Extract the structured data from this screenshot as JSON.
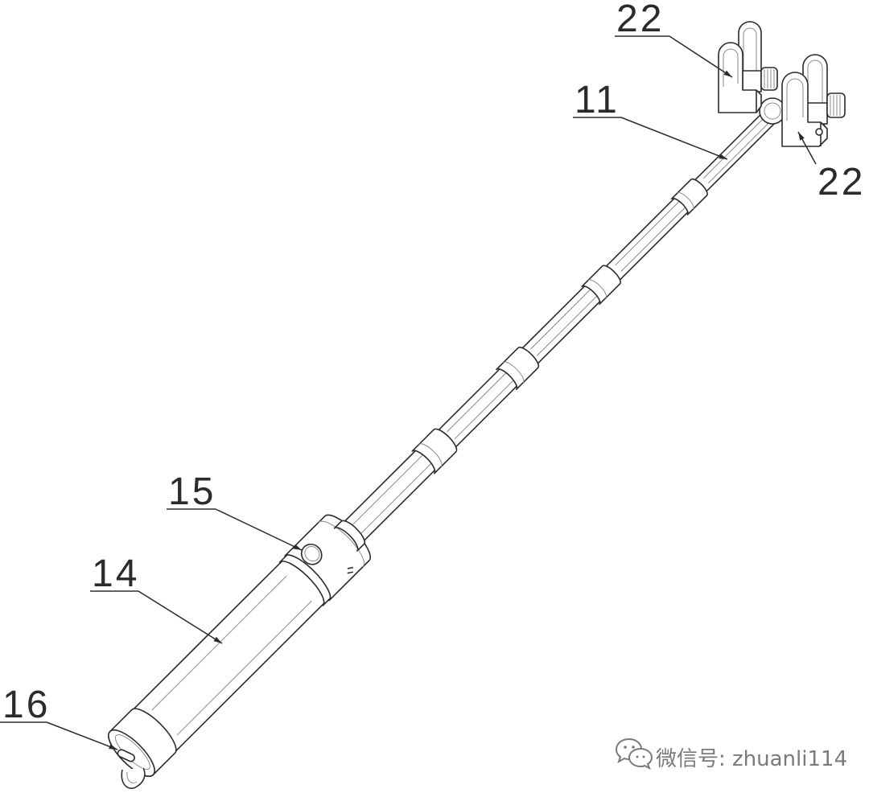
{
  "labels": {
    "clip_top": "22",
    "rod": "11",
    "clip_bottom": "22",
    "button": "15",
    "handle": "14",
    "port": "16"
  },
  "watermark": {
    "icon": "wechat-icon",
    "text": "微信号: zhuanli114"
  },
  "colors": {
    "line": "#2b2b2b",
    "soft_line": "#8a8a8a",
    "watermark": "#7a7a7a"
  }
}
